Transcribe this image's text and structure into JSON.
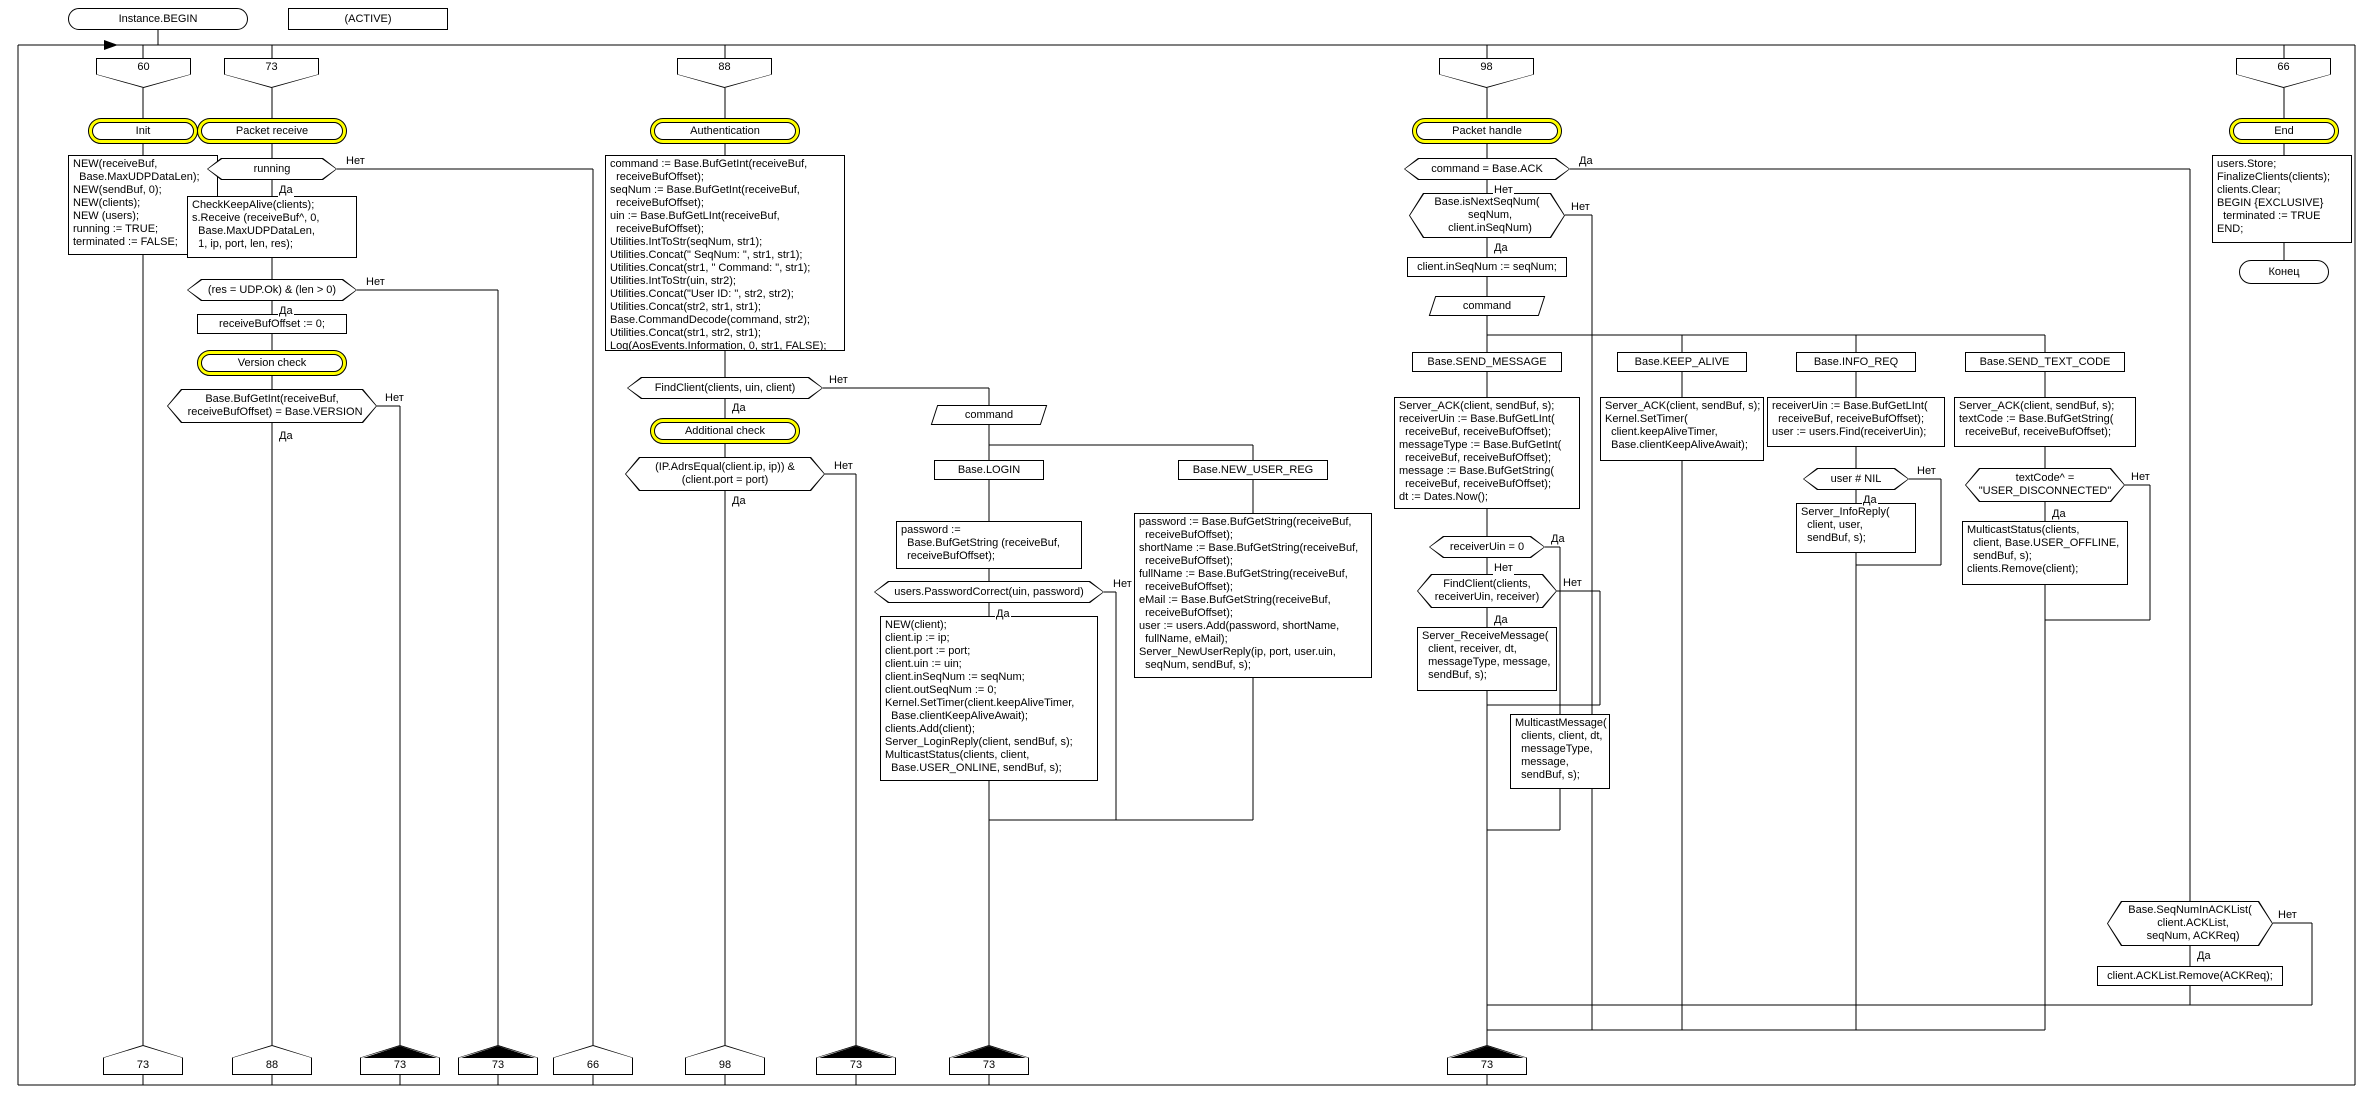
{
  "labels": {
    "yes": "Да",
    "no": "Нет"
  },
  "start": {
    "begin": "Instance.BEGIN",
    "active": "(ACTIVE)"
  },
  "branches": {
    "top": [
      "60",
      "73",
      "88",
      "98",
      "66"
    ],
    "bottom": [
      "73",
      "88",
      "73",
      "73",
      "66",
      "98",
      "73",
      "73",
      "73"
    ]
  },
  "init": {
    "header": "Init",
    "actions": "NEW(receiveBuf,\n  Base.MaxUDPDataLen);\nNEW(sendBuf, 0);\nNEW(clients);\nNEW (users);\nrunning := TRUE;\nterminated := FALSE;"
  },
  "packet_receive": {
    "header": "Packet receive",
    "running_cond": "running",
    "receive_actions": "CheckKeepAlive(clients);\ns.Receive (receiveBuf^, 0,\n  Base.MaxUDPDataLen,\n  1, ip, port, len, res);",
    "result_cond": "(res = UDP.Ok) & (len > 0)",
    "reset_offset": "receiveBufOffset := 0;",
    "version_header": "Version check",
    "version_cond": "Base.BufGetInt(receiveBuf,\n  receiveBufOffset) = Base.VERSION"
  },
  "authentication": {
    "header": "Authentication",
    "parse_actions": "command := Base.BufGetInt(receiveBuf,\n  receiveBufOffset);\nseqNum := Base.BufGetInt(receiveBuf,\n  receiveBufOffset);\nuin := Base.BufGetLInt(receiveBuf,\n  receiveBufOffset);\nUtilities.IntToStr(seqNum, str1);\nUtilities.Concat(\" SeqNum: \", str1, str1);\nUtilities.Concat(str1, \" Command: \", str1);\nUtilities.IntToStr(uin, str2);\nUtilities.Concat(\"User ID: \", str2, str2);\nUtilities.Concat(str2, str1, str1);\nBase.CommandDecode(command, str2);\nUtilities.Concat(str1, str2, str1);\nLog(AosEvents.Information, 0, str1, FALSE);",
    "find_client_cond": "FindClient(clients, uin, client)",
    "additional_header": "Additional check",
    "address_cond": "(IP.AdrsEqual(client.ip, ip)) &\n(client.port = port)",
    "command_io": "command",
    "cases": {
      "login": {
        "label": "Base.LOGIN",
        "read_password": "password :=\n  Base.BufGetString (receiveBuf,\n  receiveBufOffset);",
        "password_cond": "users.PasswordCorrect(uin, password)",
        "create_client": "NEW(client);\nclient.ip := ip;\nclient.port := port;\nclient.uin := uin;\nclient.inSeqNum := seqNum;\nclient.outSeqNum := 0;\nKernel.SetTimer(client.keepAliveTimer,\n  Base.clientKeepAliveAwait);\nclients.Add(client);\nServer_LoginReply(client, sendBuf, s);\nMulticastStatus(clients, client,\n  Base.USER_ONLINE, sendBuf, s);"
      },
      "new_user": {
        "label": "Base.NEW_USER_REG",
        "actions": "password := Base.BufGetString(receiveBuf,\n  receiveBufOffset);\nshortName := Base.BufGetString(receiveBuf,\n  receiveBufOffset);\nfullName := Base.BufGetString(receiveBuf,\n  receiveBufOffset);\neMail := Base.BufGetString(receiveBuf,\n  receiveBufOffset);\nuser := users.Add(password, shortName,\n  fullName, eMail);\nServer_NewUserReply(ip, port, user.uin,\n  seqNum, sendBuf, s);"
      }
    }
  },
  "packet_handle": {
    "header": "Packet handle",
    "ack_cond": "command = Base.ACK",
    "seq_cond": "Base.isNextSeqNum(\n  seqNum,\n  client.inSeqNum)",
    "store_seq": "client.inSeqNum := seqNum;",
    "command_io": "command",
    "cases": {
      "send_message": {
        "label": "Base.SEND_MESSAGE",
        "actions": "Server_ACK(client, sendBuf, s);\nreceiverUin := Base.BufGetLInt(\n  receiveBuf, receiveBufOffset);\nmessageType := Base.BufGetInt(\n  receiveBuf, receiveBufOffset);\nmessage := Base.BufGetString(\n  receiveBuf, receiveBufOffset);\ndt := Dates.Now();",
        "receiver_zero_cond": "receiverUin = 0",
        "find_receiver_cond": "FindClient(clients,\nreceiverUin, receiver)",
        "receive_message": "Server_ReceiveMessage(\n  client, receiver, dt,\n  messageType, message,\n  sendBuf, s);",
        "multicast_message": "MulticastMessage(\n  clients, client, dt,\n  messageType,\n  message,\n  sendBuf, s);"
      },
      "keep_alive": {
        "label": "Base.KEEP_ALIVE",
        "actions": "Server_ACK(client, sendBuf, s);\nKernel.SetTimer(\n  client.keepAliveTimer,\n  Base.clientKeepAliveAwait);"
      },
      "info_req": {
        "label": "Base.INFO_REQ",
        "actions": "receiverUin := Base.BufGetLInt(\n  receiveBuf, receiveBufOffset);\nuser := users.Find(receiverUin);",
        "user_cond": "user # NIL",
        "info_reply": "Server_InfoReply(\n  client, user,\n  sendBuf, s);"
      },
      "send_text_code": {
        "label": "Base.SEND_TEXT_CODE",
        "actions": "Server_ACK(client, sendBuf, s);\ntextCode := Base.BufGetString(\n  receiveBuf, receiveBufOffset);",
        "text_cond": "textCode^ =\n\"USER_DISCONNECTED\"",
        "multicast_status": "MulticastStatus(clients,\n  client, Base.USER_OFFLINE,\n  sendBuf, s);\nclients.Remove(client);"
      }
    },
    "ack_branch": {
      "seq_in_list_cond": "Base.SeqNumInACKList(\n  client.ACKList,\n  seqNum, ACKReq)",
      "remove_action": "client.ACKList.Remove(ACKReq);"
    }
  },
  "end": {
    "header": "End",
    "actions": "users.Store;\nFinalizeClients(clients);\nclients.Clear;\nBEGIN {EXCLUSIVE}\n  terminated := TRUE\nEND;",
    "terminator": "Конец"
  }
}
